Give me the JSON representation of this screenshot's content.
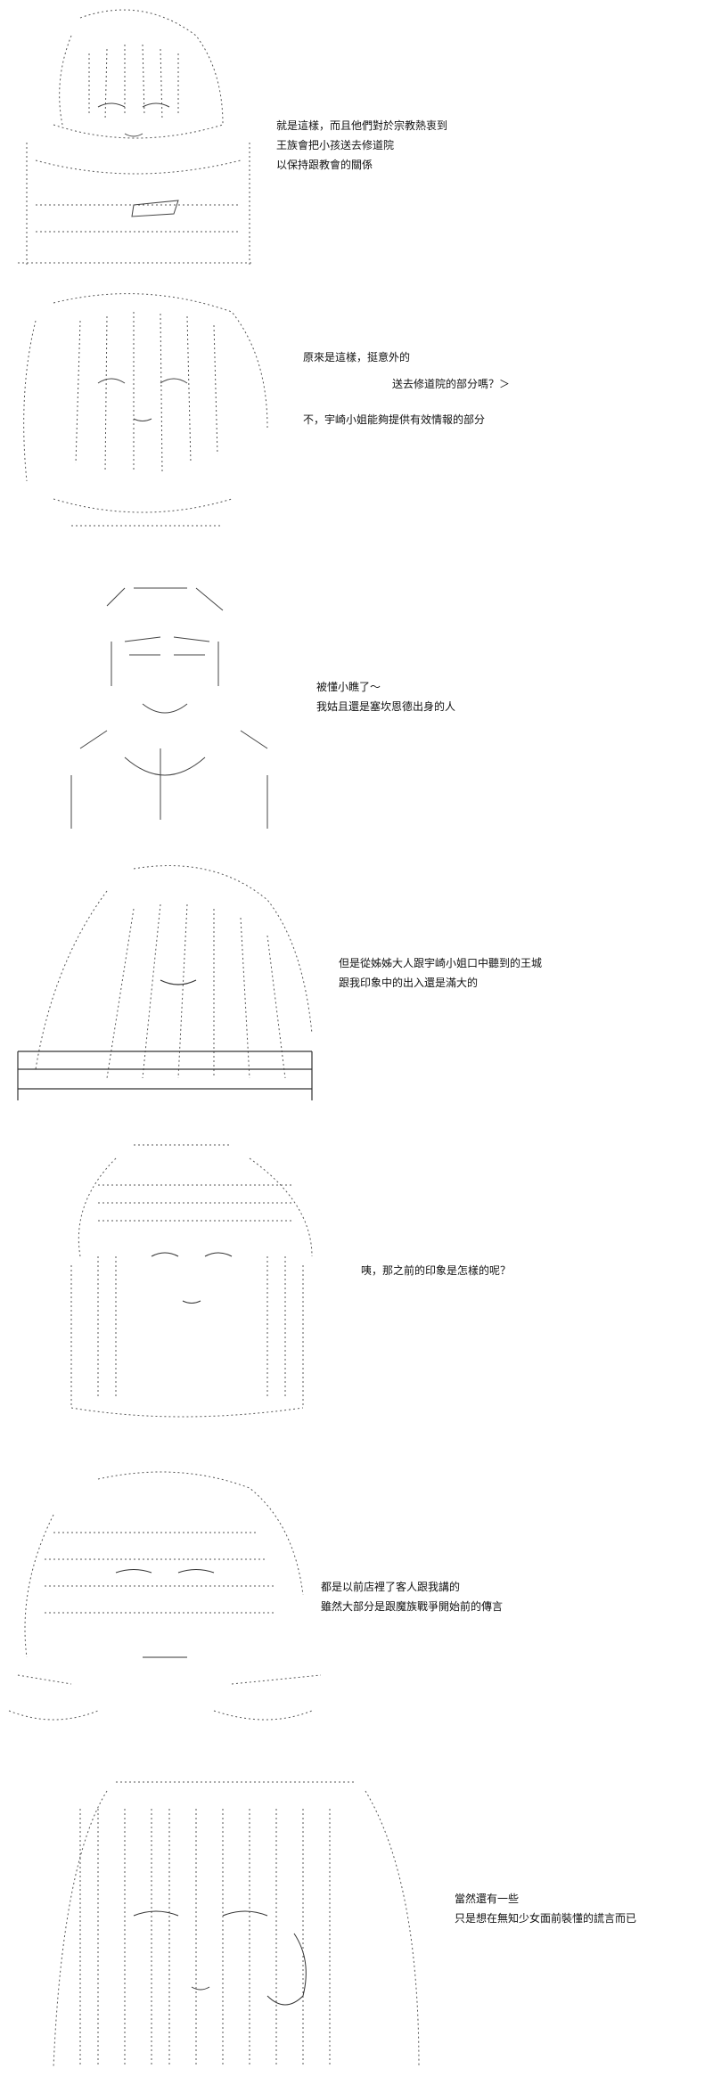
{
  "panels": [
    {
      "lines": [
        "就是這樣，而且他們對於宗教熱衷到",
        "王族會把小孩送去修道院",
        "以保持跟教會的關係"
      ]
    },
    {
      "lines": [
        "原來是這樣，挺意外的",
        "送去修道院的部分嗎？＞",
        "不，宇崎小姐能夠提供有效情報的部分"
      ]
    },
    {
      "lines": [
        "被懂小瞧了～",
        "我姑且還是塞坎恩德出身的人"
      ]
    },
    {
      "lines": [
        "但是從姊姊大人跟宇崎小姐口中聽到的王城",
        "跟我印象中的出入還是滿大的"
      ]
    },
    {
      "lines": [
        "咦，那之前的印象是怎樣的呢？"
      ]
    },
    {
      "lines": [
        "都是以前店裡了客人跟我講的",
        "雖然大部分是跟魔族戰爭開始前的傳言"
      ]
    },
    {
      "lines": [
        "當然還有一些",
        "只是想在無知少女面前裝懂的謊言而已"
      ]
    }
  ]
}
